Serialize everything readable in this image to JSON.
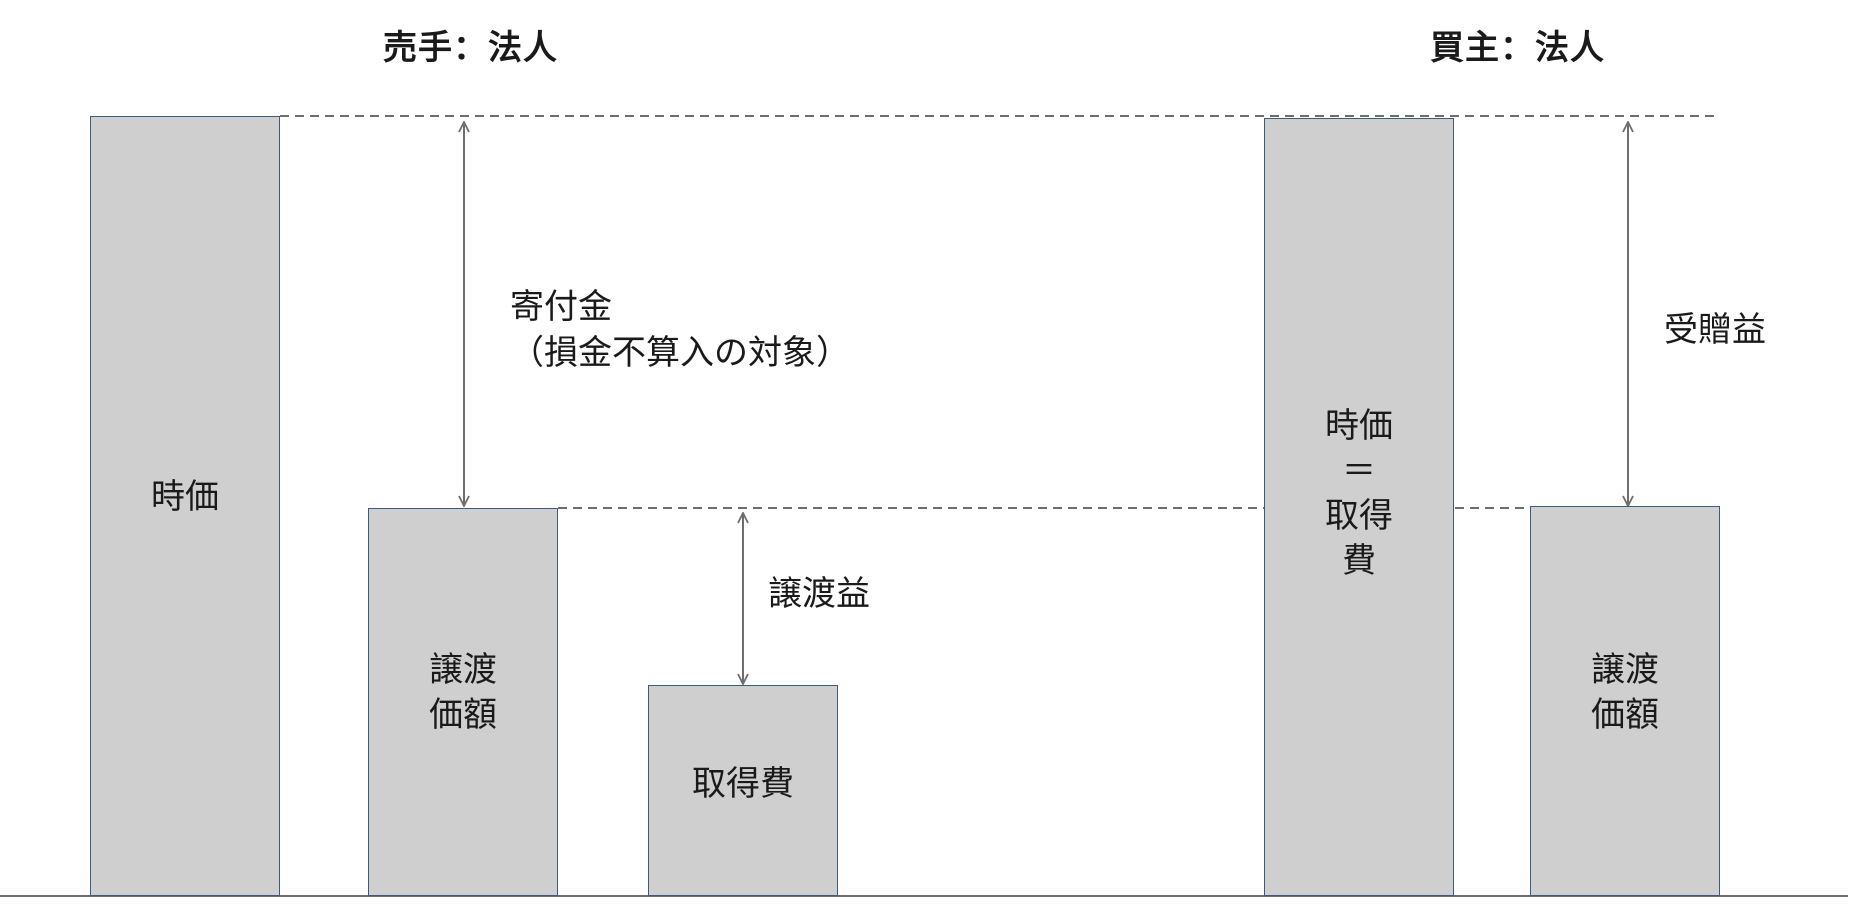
{
  "seller": {
    "heading": "売手：法人",
    "market_value_label": "時価",
    "transfer_price_label": "譲渡\n価額",
    "acquisition_cost_label": "取得費",
    "donation_label": "寄付金\n（損金不算入の対象）",
    "transfer_gain_label": "譲渡益"
  },
  "buyer": {
    "heading": "買主：法人",
    "market_value_label": "時価\n＝\n取得\n費",
    "transfer_price_label": "譲渡\n価額",
    "gift_gain_label": "受贈益"
  },
  "colors": {
    "bar_fill": "#cfcfcf",
    "bar_border": "#3d5a80",
    "line": "#6e6e6e"
  }
}
